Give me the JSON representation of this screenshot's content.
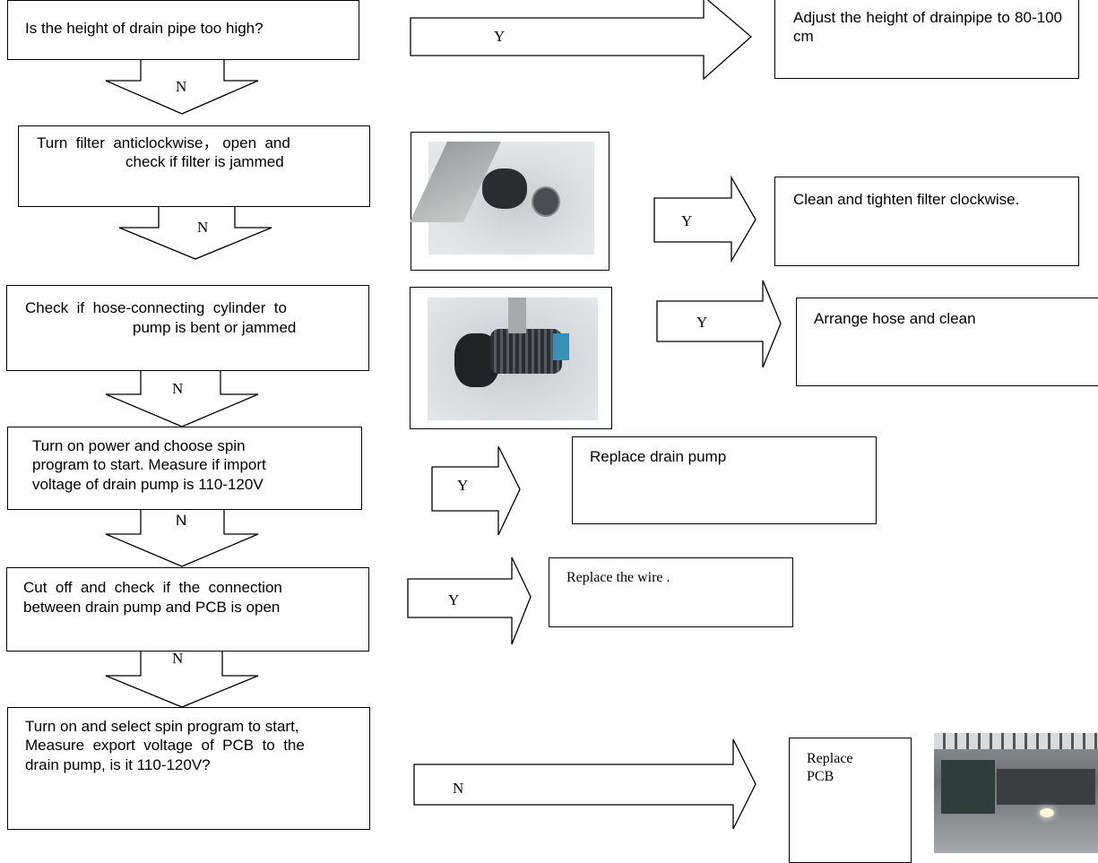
{
  "steps": [
    {
      "question": "Is the height of drain pipe too high?",
      "yes_label": "Y",
      "no_label": "N",
      "action": "Adjust the height of drainpipe to 80-100 cm"
    },
    {
      "question_line1": "Turn  filter  anticlockwise， open  and",
      "question_line2": "check if filter is jammed",
      "yes_label": "Y",
      "no_label": "N",
      "action": "Clean and tighten filter clockwise."
    },
    {
      "question_line1": "Check  if  hose-connecting  cylinder  to",
      "question_line2": "pump is bent or jammed",
      "yes_label": "Y",
      "no_label": "N",
      "action": "Arrange hose and clean"
    },
    {
      "question_line1": "Turn on power and choose spin",
      "question_line2": "program to start. Measure if import",
      "question_line3": "voltage of drain pump is 110-120V",
      "yes_label": "Y",
      "no_label": "N",
      "action": "Replace drain pump"
    },
    {
      "question_line1": "Cut  off  and  check  if  the  connection",
      "question_line2": "between drain pump and PCB is open",
      "yes_label": "Y",
      "no_label": "N",
      "action": "Replace the wire ."
    },
    {
      "question_line1": "Turn on and select spin program to start,",
      "question_line2": "Measure  export  voltage  of  PCB  to  the",
      "question_line3": "drain pump, is it 110-120V?",
      "no_label": "N",
      "action_line1": "Replace",
      "action_line2": "PCB"
    }
  ],
  "colors": {
    "line": "#000000",
    "background": "#ffffff"
  }
}
